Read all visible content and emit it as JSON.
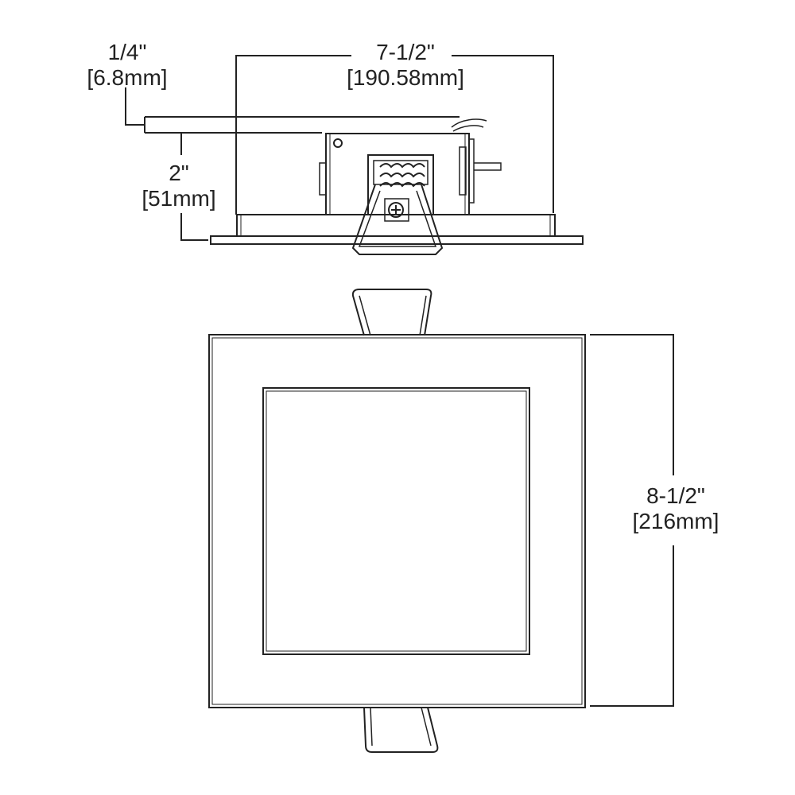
{
  "dimensions": {
    "thickness": {
      "imperial": "1/4\"",
      "metric": "[6.8mm]"
    },
    "width": {
      "imperial": "7-1/2\"",
      "metric": "[190.58mm]"
    },
    "depth": {
      "imperial": "2\"",
      "metric": "[51mm]"
    },
    "height": {
      "imperial": "8-1/2\"",
      "metric": "[216mm]"
    }
  },
  "colors": {
    "line": "#222222",
    "background": "#ffffff"
  }
}
